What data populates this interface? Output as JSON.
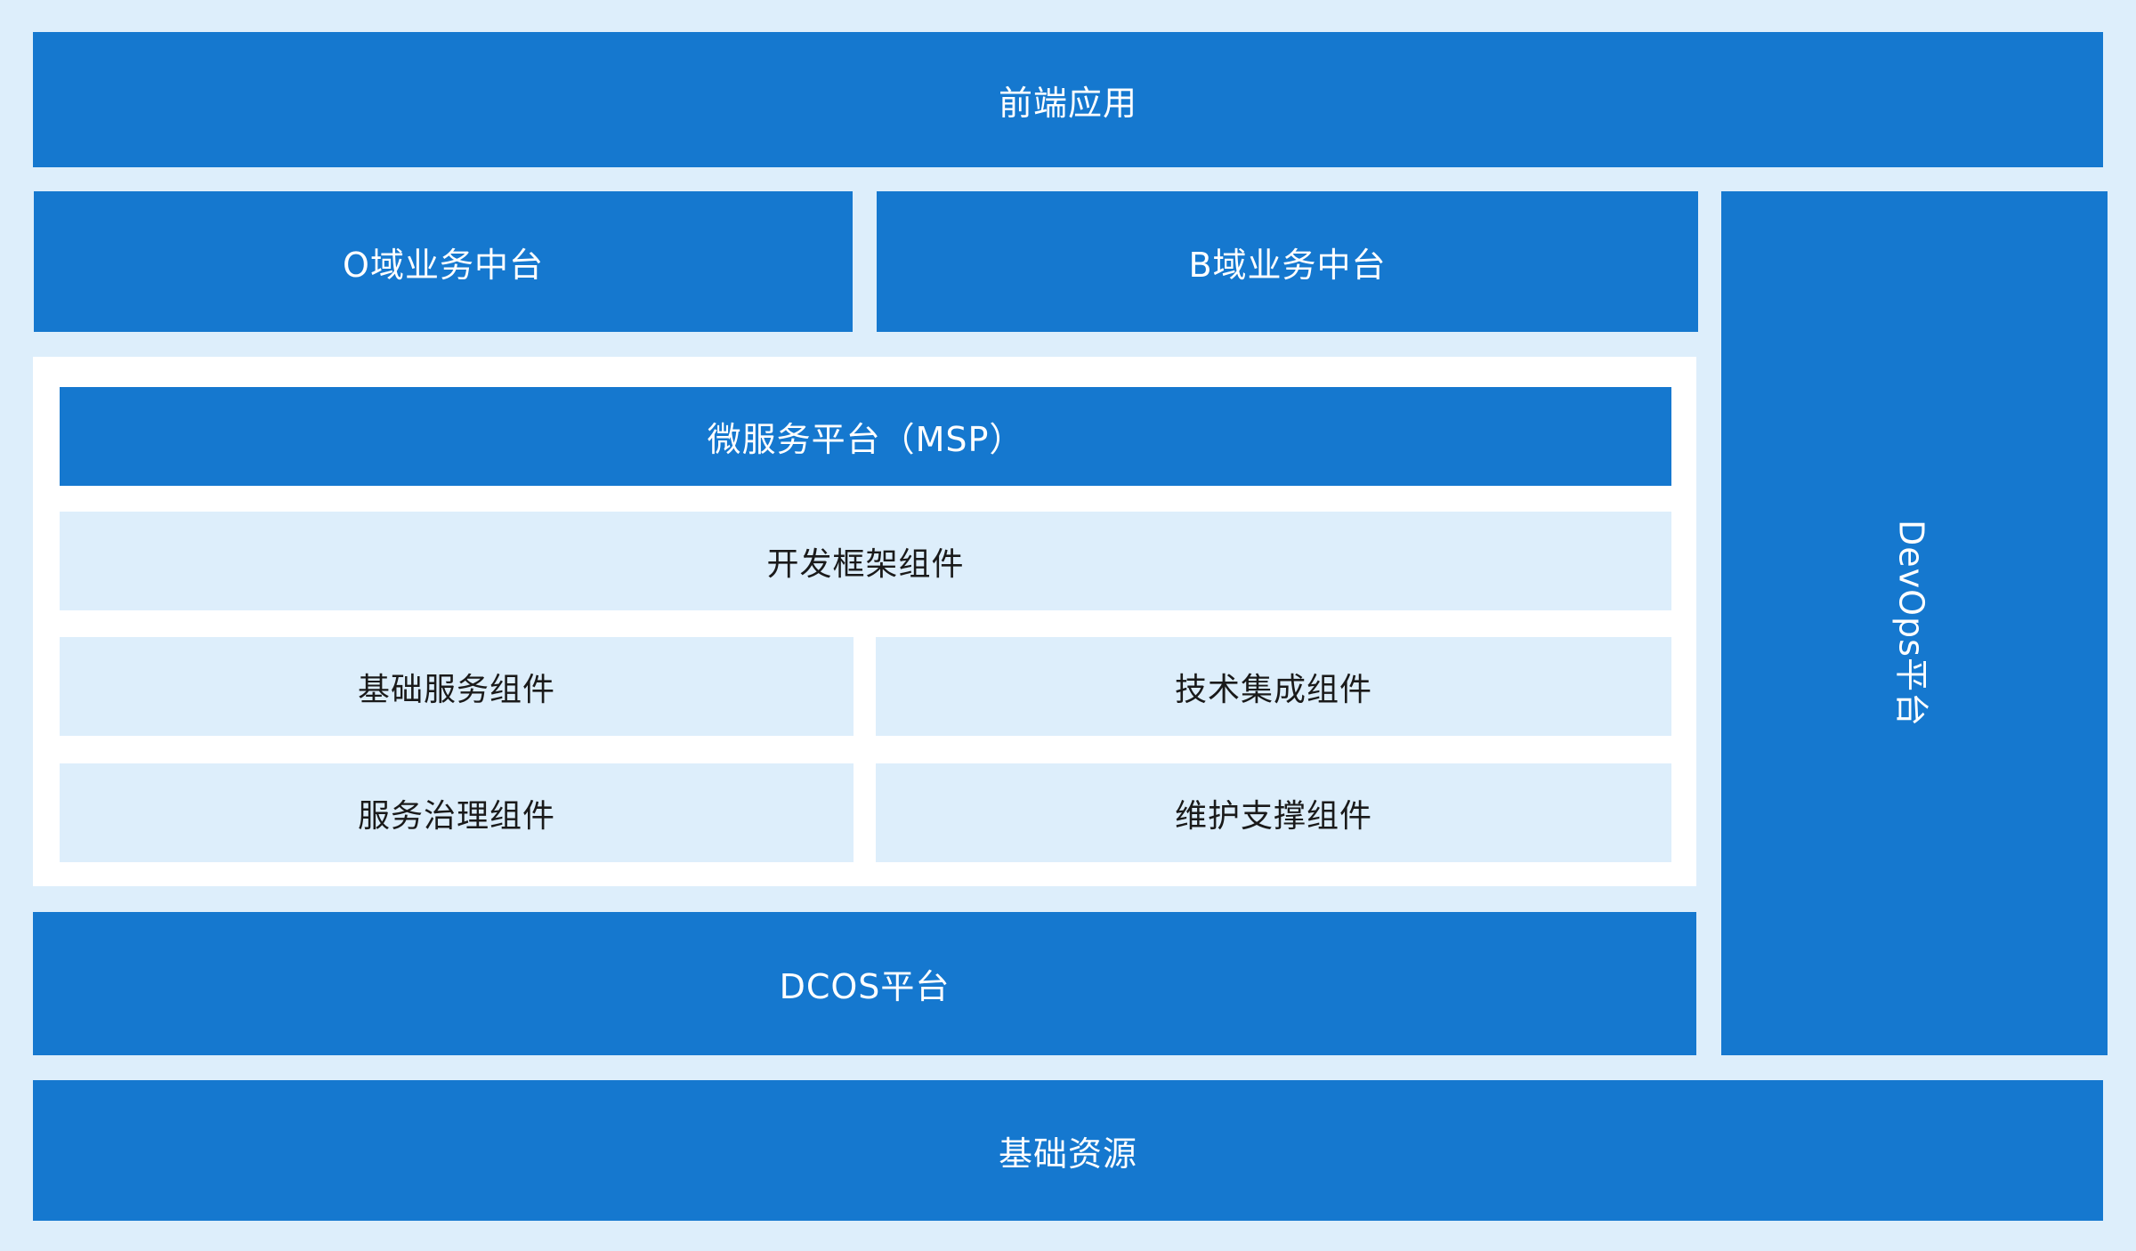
{
  "layers": {
    "frontend": "前端应用",
    "o_domain": "O域业务中台",
    "b_domain": "B域业务中台",
    "devops": "DevOps平台",
    "msp": {
      "title": "微服务平台（MSP）",
      "components": {
        "dev_framework": "开发框架组件",
        "basic_service": "基础服务组件",
        "tech_integration": "技术集成组件",
        "service_governance": "服务治理组件",
        "maintenance_support": "维护支撑组件"
      }
    },
    "dcos": "DCOS平台",
    "base_resources": "基础资源"
  },
  "colors": {
    "primary_blue": "#1578cf",
    "light_blue": "#ddeefb",
    "panel_white": "#ffffff"
  }
}
